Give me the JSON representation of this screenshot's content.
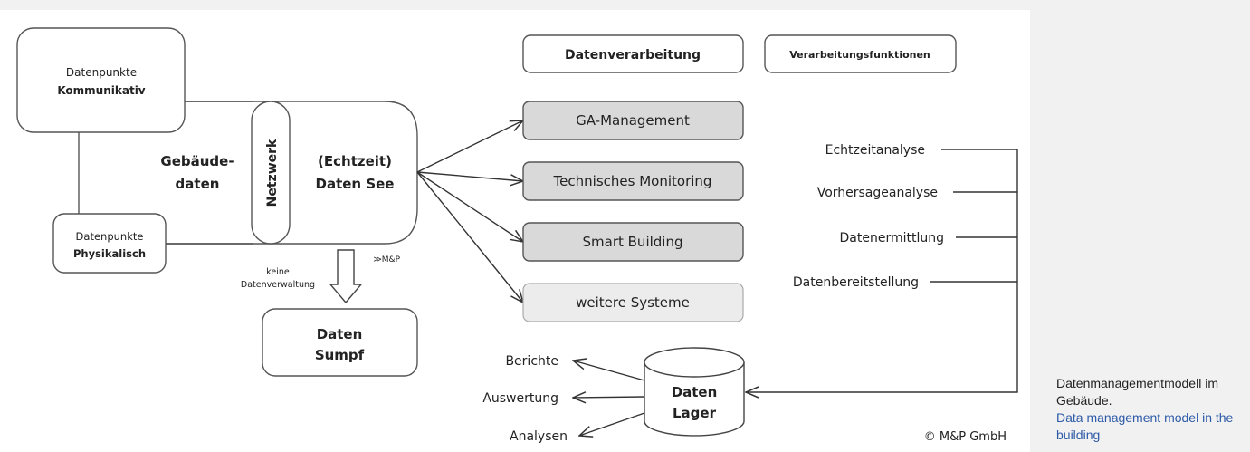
{
  "nodes": {
    "dp_komm": {
      "line1": "Datenpunkte",
      "line2": "Kommunikativ"
    },
    "dp_phys": {
      "line1": "Datenpunkte",
      "line2": "Physikalisch"
    },
    "gebaeude": {
      "line1": "Gebäude-",
      "line2": "daten"
    },
    "netzwerk": "Netzwerk",
    "see": {
      "line1": "(Echtzeit)",
      "line2": "Daten See"
    },
    "mp_small": "≫M&P",
    "keine": {
      "line1": "keine",
      "line2": "Datenverwaltung"
    },
    "sumpf": {
      "line1": "Daten",
      "line2": "Sumpf"
    },
    "datenverarbeitung": "Datenverarbeitung",
    "verarbeitungsfunktionen": "Verarbeitungsfunktionen",
    "systems": [
      "GA-Management",
      "Technisches Monitoring",
      "Smart Building",
      "weitere Systeme"
    ],
    "functions": [
      "Echtzeitanalyse",
      "Vorhersageanalyse",
      "Datenermittlung",
      "Datenbereitstellung"
    ],
    "lager": {
      "line1": "Daten",
      "line2": "Lager"
    },
    "outputs": [
      "Berichte",
      "Auswertung",
      "Analysen"
    ]
  },
  "copyright": "© M&P GmbH",
  "caption": {
    "de": "Datenmanagementmodell im Gebäude.",
    "en": "Data management model in the building"
  },
  "colors": {
    "system_fill": "#d9d9d9",
    "system_fill_light": "#ececec",
    "caption_en": "#2d5aa8"
  }
}
